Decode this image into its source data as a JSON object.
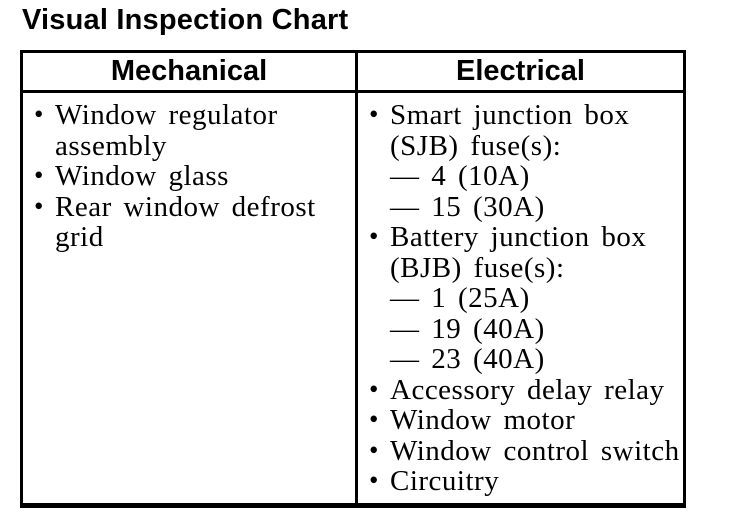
{
  "page": {
    "title": "Visual Inspection Chart"
  },
  "colors": {
    "text": "#000000",
    "background": "#ffffff",
    "border": "#000000"
  },
  "table": {
    "headers": {
      "mechanical": "Mechanical",
      "electrical": "Electrical"
    },
    "mechanical_lines": [
      {
        "bullet_char": "•",
        "text": "Window regulator"
      },
      {
        "text": "assembly"
      },
      {
        "bullet_char": "•",
        "text": "Window glass"
      },
      {
        "bullet_char": "•",
        "text": "Rear window defrost"
      },
      {
        "text": "grid"
      }
    ],
    "electrical_lines": [
      {
        "bullet_char": "•",
        "text": "Smart junction box"
      },
      {
        "text": "(SJB) fuse(s):"
      },
      {
        "text": "— 4 (10A)"
      },
      {
        "text": "— 15 (30A)"
      },
      {
        "bullet_char": "•",
        "text": "Battery junction box"
      },
      {
        "text": "(BJB) fuse(s):"
      },
      {
        "text": "— 1 (25A)"
      },
      {
        "text": "— 19 (40A)"
      },
      {
        "text": "— 23 (40A)"
      },
      {
        "bullet_char": "•",
        "text": "Accessory delay relay"
      },
      {
        "bullet_char": "•",
        "text": "Window motor"
      },
      {
        "bullet_char": "•",
        "text": "Window control switch"
      },
      {
        "bullet_char": "•",
        "text": "Circuitry"
      }
    ]
  }
}
